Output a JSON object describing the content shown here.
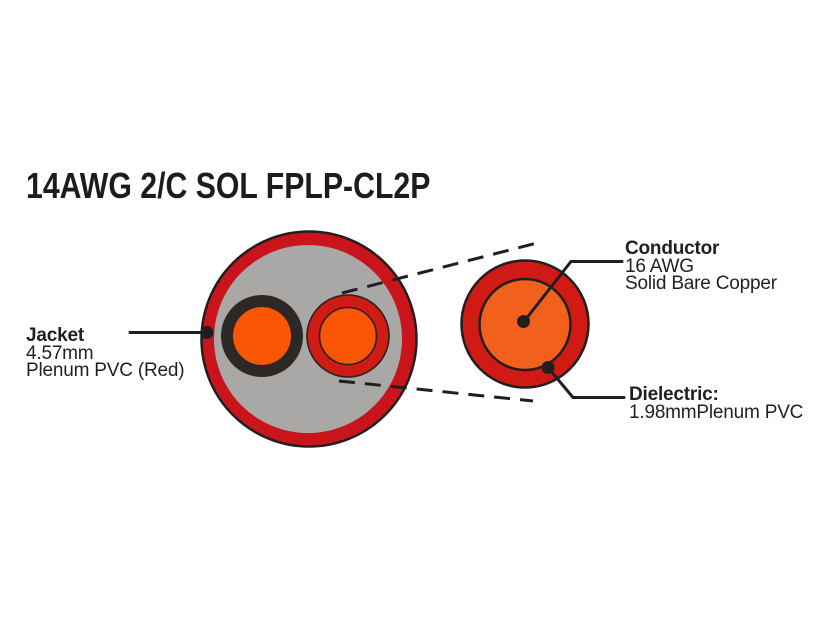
{
  "title": "14AWG 2/C SOL FPLP-CL2P",
  "labels": {
    "jacket": {
      "heading": "Jacket",
      "size": "4.57mm",
      "material": "Plenum PVC (Red)"
    },
    "conductor": {
      "heading": "Conductor",
      "gauge": "16 AWG",
      "material": "Solid Bare Copper"
    },
    "dielectric": {
      "heading": "Dielectric:",
      "spec": "1.98mmPlenum PVC"
    }
  },
  "colors": {
    "background": "#ffffff",
    "jacket_red": "#c9141b",
    "insulation_red": "#cf1b13",
    "filler_gray": "#a9a8a6",
    "core_orange": "#fb5606",
    "detail_orange": "#f2611b",
    "insulation_black": "#2b2826",
    "ink": "#221e1f"
  }
}
